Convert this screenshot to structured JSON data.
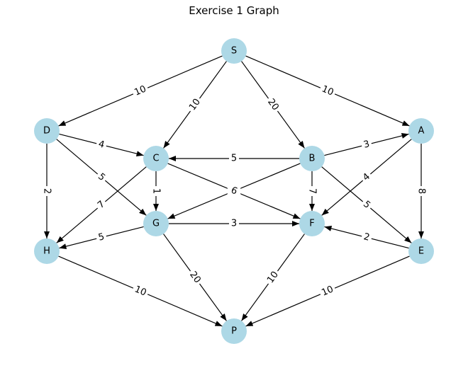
{
  "title": "Exercise 1 Graph",
  "colors": {
    "node_fill": "#add8e6",
    "edge": "#000000",
    "background": "#ffffff"
  },
  "nodes": [
    {
      "id": "S",
      "label": "S"
    },
    {
      "id": "D",
      "label": "D"
    },
    {
      "id": "A",
      "label": "A"
    },
    {
      "id": "C",
      "label": "C"
    },
    {
      "id": "B",
      "label": "B"
    },
    {
      "id": "G",
      "label": "G"
    },
    {
      "id": "F",
      "label": "F"
    },
    {
      "id": "H",
      "label": "H"
    },
    {
      "id": "E",
      "label": "E"
    },
    {
      "id": "P",
      "label": "P"
    }
  ],
  "edges": [
    {
      "from": "S",
      "to": "D",
      "weight": "10"
    },
    {
      "from": "S",
      "to": "C",
      "weight": "10"
    },
    {
      "from": "S",
      "to": "B",
      "weight": "20"
    },
    {
      "from": "S",
      "to": "A",
      "weight": "10"
    },
    {
      "from": "D",
      "to": "C",
      "weight": "4"
    },
    {
      "from": "D",
      "to": "G",
      "weight": "5"
    },
    {
      "from": "D",
      "to": "H",
      "weight": "2"
    },
    {
      "from": "B",
      "to": "C",
      "weight": "5"
    },
    {
      "from": "B",
      "to": "A",
      "weight": "3"
    },
    {
      "from": "B",
      "to": "G",
      "weight": "6"
    },
    {
      "from": "B",
      "to": "F",
      "weight": "7"
    },
    {
      "from": "B",
      "to": "E",
      "weight": "5"
    },
    {
      "from": "C",
      "to": "G",
      "weight": "1"
    },
    {
      "from": "C",
      "to": "H",
      "weight": "7"
    },
    {
      "from": "C",
      "to": "F",
      "weight": "6"
    },
    {
      "from": "A",
      "to": "F",
      "weight": "4"
    },
    {
      "from": "A",
      "to": "E",
      "weight": "8"
    },
    {
      "from": "G",
      "to": "F",
      "weight": "3"
    },
    {
      "from": "G",
      "to": "H",
      "weight": "5"
    },
    {
      "from": "G",
      "to": "P",
      "weight": "20"
    },
    {
      "from": "E",
      "to": "F",
      "weight": "2"
    },
    {
      "from": "E",
      "to": "P",
      "weight": "10"
    },
    {
      "from": "H",
      "to": "P",
      "weight": "10"
    },
    {
      "from": "F",
      "to": "P",
      "weight": "10"
    }
  ]
}
